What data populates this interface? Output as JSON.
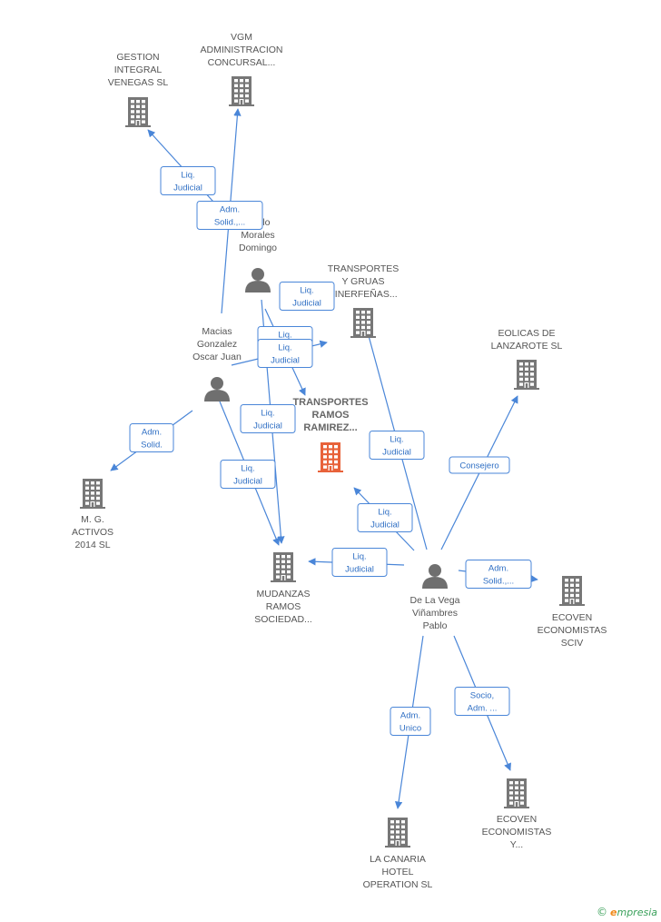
{
  "colors": {
    "edge": "#4a86d8",
    "company": "#777777",
    "central": "#e8623a",
    "person": "#6f6f6f"
  },
  "nodes": [
    {
      "id": "gestion",
      "type": "company",
      "lines": [
        "GESTION",
        "INTEGRAL",
        "VENEGAS SL"
      ]
    },
    {
      "id": "vgm",
      "type": "company",
      "lines": [
        "VGM",
        "ADMINISTRACION",
        "CONCURSAL..."
      ]
    },
    {
      "id": "castillo",
      "type": "person",
      "lines": [
        "astillo",
        "Morales",
        "Domingo"
      ]
    },
    {
      "id": "transgruas",
      "type": "company",
      "lines": [
        "TRANSPORTES",
        "Y GRUAS",
        "TINERFEÑAS..."
      ]
    },
    {
      "id": "eolicas",
      "type": "company",
      "lines": [
        "EOLICAS DE",
        "LANZAROTE SL"
      ]
    },
    {
      "id": "macias",
      "type": "person",
      "lines": [
        "Macias",
        "Gonzalez",
        "Oscar Juan"
      ]
    },
    {
      "id": "central",
      "type": "central",
      "lines": [
        "TRANSPORTES",
        "RAMOS",
        "RAMIREZ..."
      ]
    },
    {
      "id": "mg",
      "type": "company",
      "lines": [
        "M. G.",
        "ACTIVOS",
        "2014  SL"
      ]
    },
    {
      "id": "mudanzas",
      "type": "company",
      "lines": [
        "MUDANZAS",
        "RAMOS",
        "SOCIEDAD..."
      ]
    },
    {
      "id": "delavega",
      "type": "person",
      "lines": [
        "De La Vega",
        "Viñambres",
        "Pablo"
      ]
    },
    {
      "id": "ecovensciv",
      "type": "company",
      "lines": [
        "ECOVEN",
        "ECONOMISTAS",
        "SCIV"
      ]
    },
    {
      "id": "ecoveny",
      "type": "company",
      "lines": [
        "ECOVEN",
        "ECONOMISTAS",
        "Y..."
      ]
    },
    {
      "id": "canaria",
      "type": "company",
      "lines": [
        "LA CANARIA",
        "HOTEL",
        "OPERATION SL"
      ]
    }
  ],
  "edges": [
    {
      "from": "castillo",
      "to": "gestion",
      "lines": [
        "Liq.",
        "Judicial"
      ]
    },
    {
      "from": "macias",
      "to": "vgm",
      "lines": [
        "Adm.",
        "Solid.,..."
      ]
    },
    {
      "from": "castillo",
      "to": "transgruas",
      "lines": [
        "Liq.",
        "Judicial"
      ]
    },
    {
      "from": "castillo",
      "to": "central",
      "lines": [
        "Liq.",
        "Judicial"
      ]
    },
    {
      "from": "macias",
      "to": "transgruas",
      "lines": [
        "Liq.",
        "Judicial"
      ]
    },
    {
      "from": "castillo",
      "to": "mudanzas",
      "lines": [
        "Liq.",
        "Judicial"
      ]
    },
    {
      "from": "macias",
      "to": "mg",
      "lines": [
        "Adm.",
        "Solid."
      ]
    },
    {
      "from": "macias",
      "to": "mudanzas",
      "lines": [
        "Liq.",
        "Judicial"
      ]
    },
    {
      "from": "delavega",
      "to": "transgruas",
      "lines": [
        "Liq.",
        "Judicial"
      ]
    },
    {
      "from": "delavega",
      "to": "eolicas",
      "lines": [
        "Consejero"
      ]
    },
    {
      "from": "delavega",
      "to": "central",
      "lines": [
        "Liq.",
        "Judicial"
      ]
    },
    {
      "from": "delavega",
      "to": "mudanzas",
      "lines": [
        "Liq.",
        "Judicial"
      ]
    },
    {
      "from": "delavega",
      "to": "ecovensciv",
      "lines": [
        "Adm.",
        "Solid.,..."
      ]
    },
    {
      "from": "delavega",
      "to": "ecoveny",
      "lines": [
        "Socio,",
        "Adm. ..."
      ]
    },
    {
      "from": "delavega",
      "to": "canaria",
      "lines": [
        "Adm.",
        "Unico"
      ]
    }
  ],
  "brand": {
    "copyright": "©",
    "initial": "e",
    "rest": "mpresia"
  }
}
